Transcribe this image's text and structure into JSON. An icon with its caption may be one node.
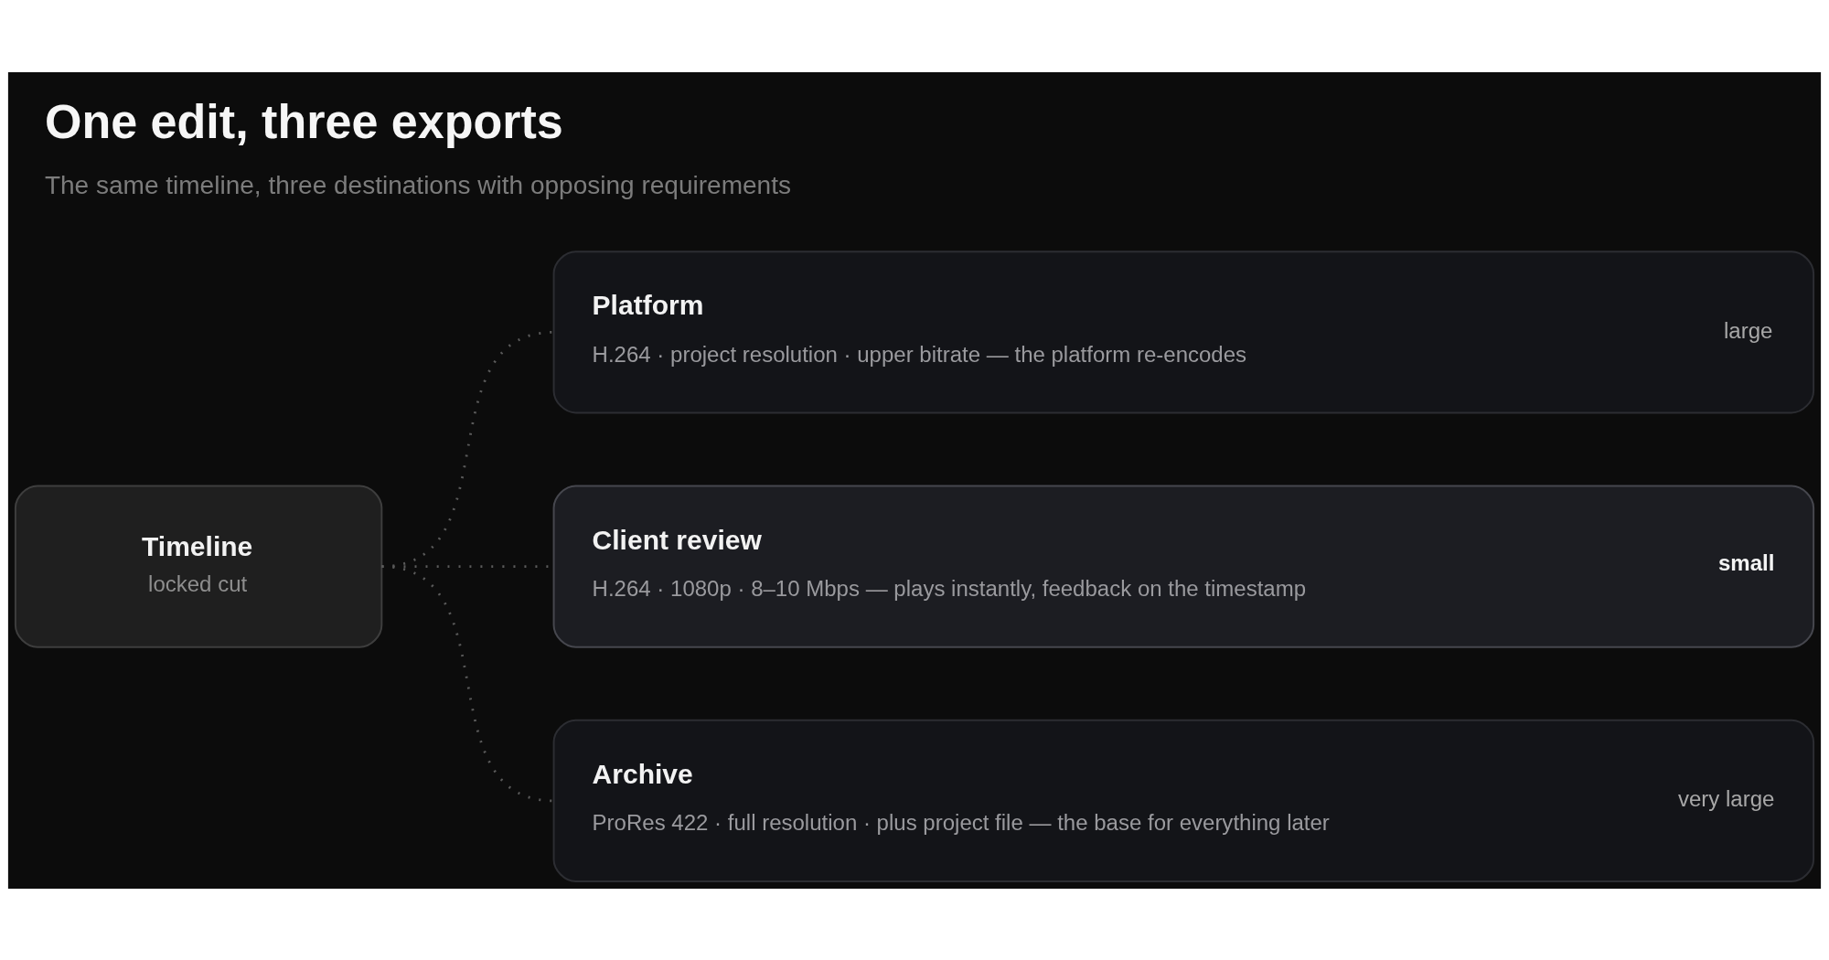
{
  "diagram": {
    "title": "One edit, three exports",
    "caption": "The same timeline, three destinations with opposing requirements",
    "nodes": [
      {
        "text": [
          "Timeline",
          "locked cut"
        ]
      },
      {
        "text": [
          "Platform",
          "H.264 · project resolution · upper bitrate — the platform re-encodes",
          "large"
        ]
      },
      {
        "text": [
          "Client review",
          "H.264 · 1080p · 8–10 Mbps — plays instantly, feedback on the timestamp",
          "small"
        ]
      },
      {
        "text": [
          "Archive",
          "ProRes 422 · full resolution · plus project file — the base for everything later",
          "very large"
        ]
      }
    ],
    "edges": [
      {
        "from": 0,
        "to": 1,
        "arrow": "none"
      },
      {
        "from": 0,
        "to": 2,
        "arrow": "none"
      },
      {
        "from": 0,
        "to": 3,
        "arrow": "none"
      }
    ]
  }
}
